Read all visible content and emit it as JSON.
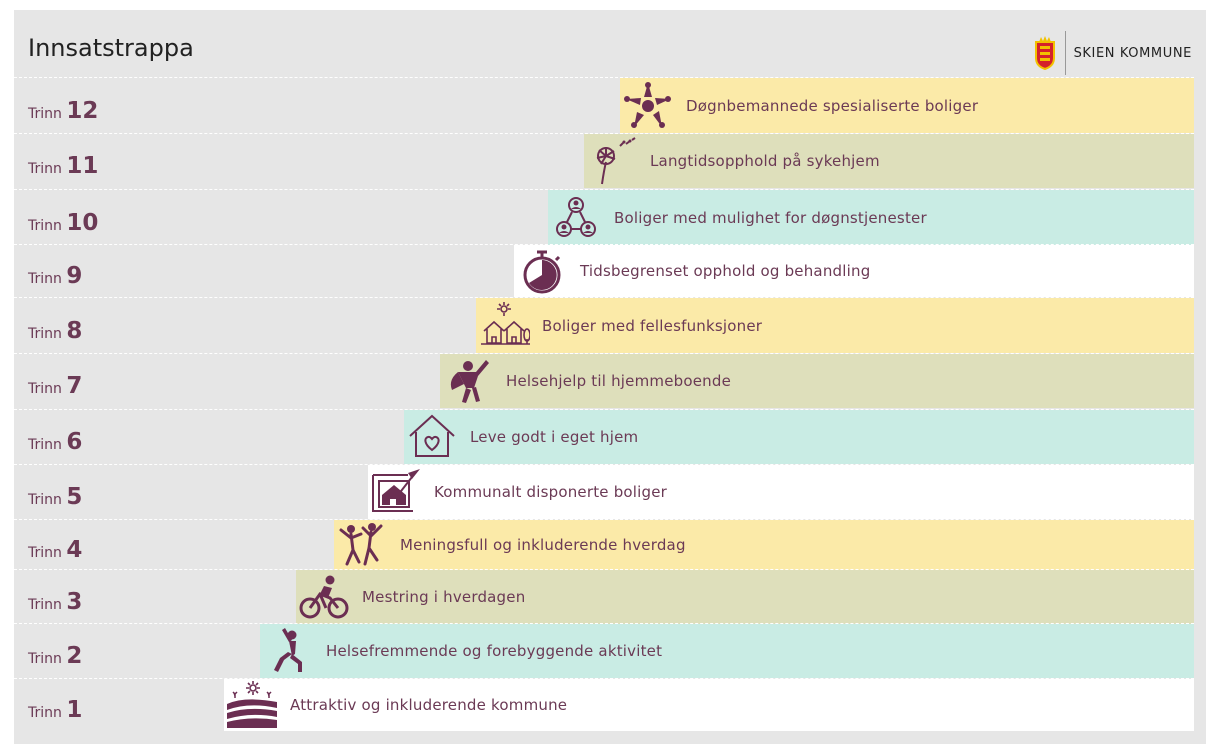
{
  "title": "Innsatstrappa",
  "brand": {
    "name": "SKIEN KOMMUNE",
    "icon": "coat-of-arms-icon"
  },
  "trinn_word": "Trinn",
  "colors": {
    "yellow": "#fbeaa8",
    "olive": "#dedfbb",
    "mint": "#c9ece4",
    "white": "#ffffff",
    "text": "#6b3a55",
    "icon": "#6b2e52"
  },
  "steps": [
    {
      "number": "12",
      "label": "Døgnbemannede spesialiserte boliger",
      "color": "yellow",
      "icon": "hands-circle-icon"
    },
    {
      "number": "11",
      "label": "Langtidsopphold på sykehjem",
      "color": "olive",
      "icon": "dandelion-icon"
    },
    {
      "number": "10",
      "label": "Boliger med mulighet for døgnstjenester",
      "color": "mint",
      "icon": "people-network-icon"
    },
    {
      "number": "9",
      "label": "Tidsbegrenset opphold og behandling",
      "color": "white",
      "icon": "stopwatch-icon"
    },
    {
      "number": "8",
      "label": "Boliger med fellesfunksjoner",
      "color": "yellow",
      "icon": "houses-sun-icon"
    },
    {
      "number": "7",
      "label": "Helsehjelp til hjemmeboende",
      "color": "olive",
      "icon": "superhero-icon"
    },
    {
      "number": "6",
      "label": "Leve godt i eget hjem",
      "color": "mint",
      "icon": "house-heart-icon"
    },
    {
      "number": "5",
      "label": "Kommunalt disponerte boliger",
      "color": "white",
      "icon": "house-blueprint-icon"
    },
    {
      "number": "4",
      "label": "Meningsfull og inkluderende hverdag",
      "color": "yellow",
      "icon": "dancing-people-icon"
    },
    {
      "number": "3",
      "label": "Mestring i hverdagen",
      "color": "olive",
      "icon": "cyclist-icon"
    },
    {
      "number": "2",
      "label": "Helsefremmende og forebyggende aktivitet",
      "color": "mint",
      "icon": "lunge-exercise-icon"
    },
    {
      "number": "1",
      "label": "Attraktiv og inkluderende kommune",
      "color": "white",
      "icon": "fields-sun-icon"
    }
  ]
}
